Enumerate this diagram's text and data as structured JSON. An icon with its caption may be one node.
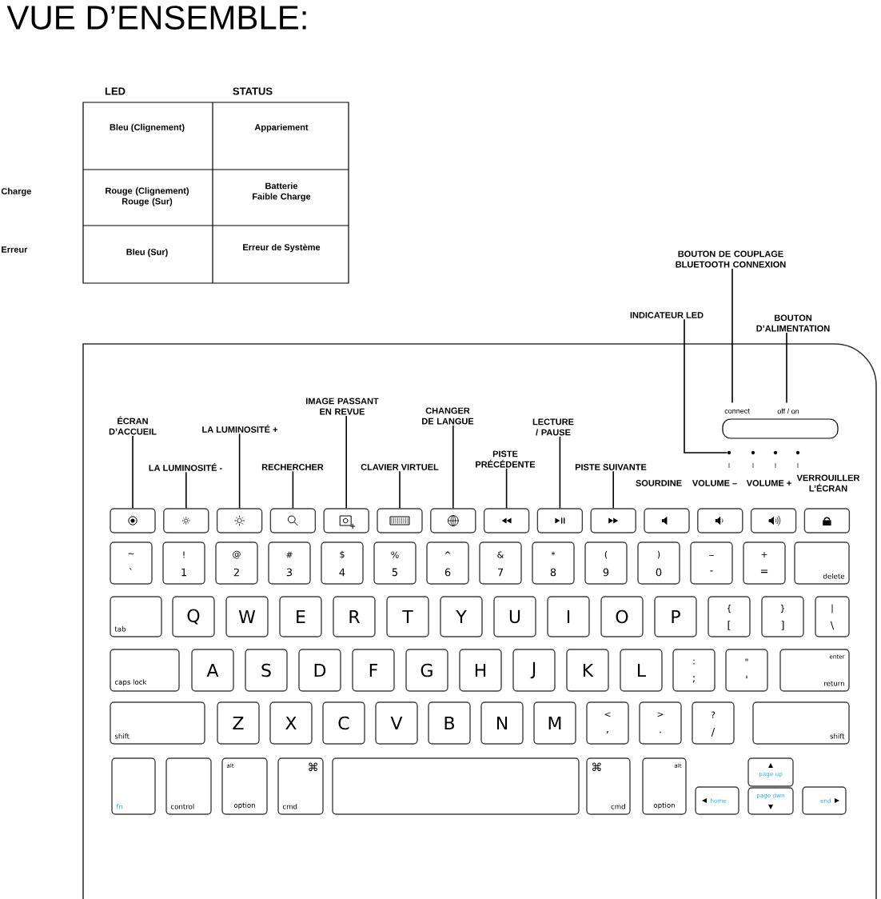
{
  "diagram": {
    "title": "VUE D’ENSEMBLE:",
    "nodes": [
      {
        "text": [
          "BOUTON DE COUPLAGE BLUETOOTH CONNEXION"
        ]
      },
      {
        "text": [
          "INDICATEUR LED"
        ]
      },
      {
        "text": [
          "BOUTON D’ALIMENTATION"
        ]
      },
      {
        "text": [
          "ÉCRAN D’ACCUEIL"
        ]
      },
      {
        "text": [
          "IMAGE PASSANT EN REVUE"
        ]
      },
      {
        "text": [
          "CHANGER DE LANGUE"
        ]
      },
      {
        "text": [
          "LECTURE / PAUSE"
        ]
      },
      {
        "text": [
          "LA LUMINOSITÉ +"
        ]
      },
      {
        "text": [
          "LA LUMINOSITÉ -"
        ]
      },
      {
        "text": [
          "RECHERCHER"
        ]
      },
      {
        "text": [
          "CLAVIER VIRTUEL"
        ]
      },
      {
        "text": [
          "PISTE PRÉCÉDENTE"
        ]
      },
      {
        "text": [
          "PISTE SUIVANTE"
        ]
      },
      {
        "text": [
          "connect",
          "off / on"
        ]
      },
      {
        "text": [],
        "shape": "box"
      },
      {
        "text": [],
        "shape": "box"
      },
      {
        "text": [],
        "shape": "box"
      },
      {
        "text": [],
        "shape": "box"
      },
      {
        "text": [],
        "shape": "box"
      },
      {
        "text": [],
        "shape": "box"
      },
      {
        "text": [],
        "shape": "box"
      },
      {
        "text": [],
        "shape": "box"
      },
      {
        "text": [],
        "shape": "box"
      },
      {
        "text": [],
        "shape": "box"
      },
      {
        "text": [],
        "shape": "box"
      },
      {
        "text": [],
        "shape": "box"
      },
      {
        "text": [],
        "shape": "box"
      },
      {
        "text": [],
        "shape": "box"
      },
      {
        "text": [
          "~",
          "`"
        ]
      },
      {
        "text": [
          "!",
          "1"
        ]
      },
      {
        "text": [
          "@",
          "2"
        ]
      },
      {
        "text": [
          "#",
          "3"
        ]
      },
      {
        "text": [
          "$",
          "4"
        ]
      },
      {
        "text": [
          "%",
          "5"
        ]
      },
      {
        "text": [
          "^",
          "6"
        ]
      },
      {
        "text": [
          "&",
          "7"
        ]
      },
      {
        "text": [
          "*",
          "8"
        ]
      },
      {
        "text": [
          "(",
          "9"
        ]
      },
      {
        "text": [
          ")",
          "0"
        ]
      },
      {
        "text": [
          "_",
          "-"
        ]
      },
      {
        "text": [
          "+",
          "="
        ]
      },
      {
        "text": [
          "delete"
        ]
      },
      {
        "text": [
          "tab"
        ]
      },
      {
        "text": [
          "Q"
        ]
      },
      {
        "text": [
          "W"
        ]
      },
      {
        "text": [
          "E"
        ]
      },
      {
        "text": [
          "R"
        ]
      },
      {
        "text": [
          "T"
        ]
      },
      {
        "text": [
          "Y"
        ]
      },
      {
        "text": [
          "U"
        ]
      },
      {
        "text": [
          "I"
        ]
      },
      {
        "text": [
          "O"
        ]
      },
      {
        "text": [
          "P"
        ]
      },
      {
        "text": [
          "{",
          "["
        ]
      },
      {
        "text": [
          "}",
          "]"
        ]
      },
      {
        "text": [
          "|",
          "\\"
        ]
      },
      {
        "text": [
          "caps lock"
        ]
      },
      {
        "text": [
          "A"
        ]
      },
      {
        "text": [
          "S"
        ]
      },
      {
        "text": [
          "D"
        ]
      },
      {
        "text": [
          "F"
        ]
      },
      {
        "text": [
          "G"
        ]
      },
      {
        "text": [
          "H"
        ]
      },
      {
        "text": [
          "J"
        ]
      },
      {
        "text": [
          "K"
        ]
      },
      {
        "text": [
          "L"
        ]
      },
      {
        "text": [
          ":",
          ";"
        ]
      },
      {
        "text": [
          "\"",
          "'"
        ]
      },
      {
        "text": [
          "enter",
          "return"
        ]
      },
      {
        "text": [
          "shift"
        ]
      },
      {
        "text": [
          "Z"
        ]
      },
      {
        "text": [
          "X"
        ]
      },
      {
        "text": [
          "C"
        ]
      },
      {
        "text": [
          "V"
        ]
      },
      {
        "text": [
          "B"
        ]
      },
      {
        "text": [
          "N"
        ]
      },
      {
        "text": [
          "M"
        ]
      },
      {
        "text": [
          "<",
          ","
        ]
      },
      {
        "text": [
          ">",
          "."
        ]
      },
      {
        "text": [
          "?",
          "/"
        ]
      },
      {
        "text": [
          "shift"
        ]
      },
      {
        "text": [
          "fn"
        ]
      },
      {
        "text": [
          "control"
        ]
      },
      {
        "text": [
          "alt",
          "option"
        ]
      },
      {
        "text": [
          "⌘",
          "cmd"
        ]
      },
      {
        "text": [],
        "shape": "box"
      },
      {
        "text": [
          "⌘",
          "cmd"
        ]
      },
      {
        "text": [
          "alt",
          "option"
        ]
      },
      {
        "text": [
          "home"
        ]
      },
      {
        "text": [
          "page up"
        ]
      },
      {
        "text": [
          "page dwn"
        ]
      },
      {
        "text": [
          "end"
        ]
      },
      {
        "text": [],
        "shape": "circle"
      }
    ],
    "edges": [
      {
        "from": 0,
        "to": 13,
        "arrow": "none"
      },
      {
        "from": 1,
        "to": 92,
        "arrow": "none"
      },
      {
        "from": 2,
        "to": 13,
        "arrow": "none"
      },
      {
        "from": 3,
        "to": 14,
        "arrow": "none"
      },
      {
        "from": 8,
        "to": 15,
        "arrow": "none"
      },
      {
        "from": 7,
        "to": 16,
        "arrow": "none"
      },
      {
        "from": 9,
        "to": 17,
        "arrow": "none"
      },
      {
        "from": 4,
        "to": 18,
        "arrow": "none"
      },
      {
        "from": 10,
        "to": 19,
        "arrow": "none"
      },
      {
        "from": 5,
        "to": 20,
        "arrow": "none"
      },
      {
        "from": 11,
        "to": 21,
        "arrow": "none"
      },
      {
        "from": 6,
        "to": 22,
        "arrow": "none"
      },
      {
        "from": 12,
        "to": 23,
        "arrow": "none"
      }
    ],
    "labels": [
      "LED",
      "STATUS",
      "Bleu (Clignement)",
      "Appariement",
      "Charge",
      "Rouge (Clignement) Rouge (Sur)",
      "Batterie Faible Charge",
      "Erreur",
      "Bleu (Sur)",
      "Erreur de Système",
      "SOURDINE",
      "VOLUME –",
      "VOLUME +",
      "VERROUILLER L’ÉCRAN"
    ]
  }
}
